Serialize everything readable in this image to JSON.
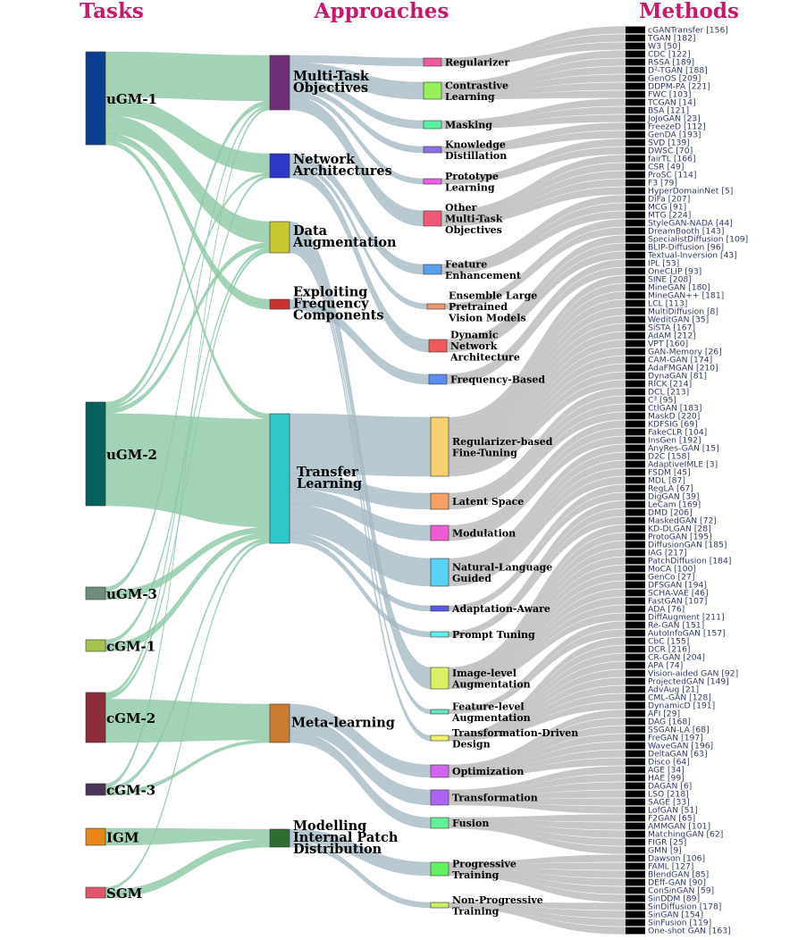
{
  "headers": {
    "tasks": "Tasks",
    "approaches": "Approaches",
    "methods": "Methods"
  },
  "colors": {
    "header": "#c8186e",
    "task_link": "#8fc9a6",
    "approach_link": "#a3b9c4",
    "method_link": "#bdbdbd",
    "method_node": "#000000"
  },
  "tasks": [
    {
      "id": "ugm1",
      "label": [
        "uGM-1"
      ],
      "color": "#0b3e8e"
    },
    {
      "id": "ugm2",
      "label": [
        "uGM-2"
      ],
      "color": "#05605e"
    },
    {
      "id": "ugm3",
      "label": [
        "uGM-3"
      ],
      "color": "#6b8f7a"
    },
    {
      "id": "cgm1",
      "label": [
        "cGM-1"
      ],
      "color": "#a8c44e"
    },
    {
      "id": "cgm2",
      "label": [
        "cGM-2"
      ],
      "color": "#8b2e3a"
    },
    {
      "id": "cgm3",
      "label": [
        "cGM-3"
      ],
      "color": "#4a3458"
    },
    {
      "id": "igm",
      "label": [
        "IGM"
      ],
      "color": "#e88718"
    },
    {
      "id": "sgm",
      "label": [
        "SGM"
      ],
      "color": "#e0566a"
    }
  ],
  "approaches": [
    {
      "id": "mto",
      "label": [
        "Multi-Task",
        "Objectives"
      ],
      "color": "#6e2f78"
    },
    {
      "id": "na",
      "label": [
        "Network",
        "Architectures"
      ],
      "color": "#2e37c8"
    },
    {
      "id": "da",
      "label": [
        "Data",
        "Augmentation"
      ],
      "color": "#c8c832"
    },
    {
      "id": "efc",
      "label": [
        "Exploiting",
        "Frequency",
        "Components"
      ],
      "color": "#c83232"
    },
    {
      "id": "tl",
      "label": [
        "Transfer",
        "Learning"
      ],
      "color": "#2ec8c8"
    },
    {
      "id": "ml",
      "label": [
        "Meta-learning"
      ],
      "color": "#c87d32"
    },
    {
      "id": "mipd",
      "label": [
        "Modelling",
        "Internal Patch",
        "Distribution"
      ],
      "color": "#2e6e32"
    }
  ],
  "subapproaches": [
    {
      "id": "reg",
      "parent": "mto",
      "label": [
        "Regularizer"
      ],
      "color": "#f05aa0"
    },
    {
      "id": "con",
      "parent": "mto",
      "label": [
        "Contrastive",
        "Learning"
      ],
      "color": "#96f05a"
    },
    {
      "id": "mask",
      "parent": "mto",
      "label": [
        "Masking"
      ],
      "color": "#5af0a0"
    },
    {
      "id": "kd",
      "parent": "mto",
      "label": [
        "Knowledge",
        "Distillation"
      ],
      "color": "#8c6ee6"
    },
    {
      "id": "pro",
      "parent": "mto",
      "label": [
        "Prototype",
        "Learning"
      ],
      "color": "#f05af0"
    },
    {
      "id": "omto",
      "parent": "mto",
      "label": [
        "Other",
        "Multi-Task",
        "Objectives"
      ],
      "color": "#f05a78"
    },
    {
      "id": "fe",
      "parent": "na",
      "label": [
        "Feature",
        "Enhancement"
      ],
      "color": "#5aa0f0"
    },
    {
      "id": "elpvm",
      "parent": "na",
      "label": [
        "Ensemble Large",
        "Pretrained",
        "Vision Models"
      ],
      "color": "#f0966e"
    },
    {
      "id": "dna",
      "parent": "na",
      "label": [
        "Dynamic",
        "Network",
        "Architecture"
      ],
      "color": "#f05a5a"
    },
    {
      "id": "fb",
      "parent": "efc",
      "label": [
        "Frequency-Based"
      ],
      "color": "#5a8cf0"
    },
    {
      "id": "rbft",
      "parent": "tl",
      "label": [
        "Regularizer-based",
        "Fine-Tuning"
      ],
      "color": "#f5d26e"
    },
    {
      "id": "ls",
      "parent": "tl",
      "label": [
        "Latent Space"
      ],
      "color": "#f5a064"
    },
    {
      "id": "mod",
      "parent": "tl",
      "label": [
        "Modulation"
      ],
      "color": "#f05ad2"
    },
    {
      "id": "nlg",
      "parent": "tl",
      "label": [
        "Natural-Language",
        "Guided"
      ],
      "color": "#5ad2f5"
    },
    {
      "id": "aa",
      "parent": "tl",
      "label": [
        "Adaptation-Aware"
      ],
      "color": "#5a5ae6"
    },
    {
      "id": "pt",
      "parent": "tl",
      "label": [
        "Prompt Tuning"
      ],
      "color": "#5af0f0"
    },
    {
      "id": "ila",
      "parent": "da",
      "label": [
        "Image-level",
        "Augmentation"
      ],
      "color": "#dcf064"
    },
    {
      "id": "fla",
      "parent": "da",
      "label": [
        "Feature-level",
        "Augmentation"
      ],
      "color": "#64e6be"
    },
    {
      "id": "tdd",
      "parent": "da",
      "label": [
        "Transformation-Driven",
        "Design"
      ],
      "color": "#f0f064"
    },
    {
      "id": "opt",
      "parent": "ml",
      "label": [
        "Optimization"
      ],
      "color": "#d264f0"
    },
    {
      "id": "tra",
      "parent": "ml",
      "label": [
        "Transformation"
      ],
      "color": "#aa64f0"
    },
    {
      "id": "fus",
      "parent": "ml",
      "label": [
        "Fusion"
      ],
      "color": "#64f096"
    },
    {
      "id": "prt",
      "parent": "mipd",
      "label": [
        "Progressive",
        "Training"
      ],
      "color": "#64f064"
    },
    {
      "id": "nprt",
      "parent": "mipd",
      "label": [
        "Non-Progressive",
        "Training"
      ],
      "color": "#c8f064"
    }
  ],
  "task_links": [
    {
      "from": "ugm1",
      "to": "mto",
      "w": 20
    },
    {
      "from": "ugm1",
      "to": "na",
      "w": 8
    },
    {
      "from": "ugm1",
      "to": "da",
      "w": 8
    },
    {
      "from": "ugm1",
      "to": "efc",
      "w": 3
    },
    {
      "from": "ugm1",
      "to": "tl",
      "w": 2
    },
    {
      "from": "ugm2",
      "to": "mto",
      "w": 2
    },
    {
      "from": "ugm2",
      "to": "na",
      "w": 1
    },
    {
      "from": "ugm2",
      "to": "da",
      "w": 2
    },
    {
      "from": "ugm2",
      "to": "tl",
      "w": 40
    },
    {
      "from": "ugm3",
      "to": "mto",
      "w": 1
    },
    {
      "from": "ugm3",
      "to": "tl",
      "w": 2
    },
    {
      "from": "cgm1",
      "to": "tl",
      "w": 2
    },
    {
      "from": "cgm1",
      "to": "da",
      "w": 1
    },
    {
      "from": "cgm2",
      "to": "na",
      "w": 1
    },
    {
      "from": "cgm2",
      "to": "da",
      "w": 1
    },
    {
      "from": "cgm2",
      "to": "ml",
      "w": 13
    },
    {
      "from": "cgm3",
      "to": "mto",
      "w": 1
    },
    {
      "from": "cgm3",
      "to": "ml",
      "w": 1
    },
    {
      "from": "cgm3",
      "to": "tl",
      "w": 1
    },
    {
      "from": "igm",
      "to": "mipd",
      "w": 4
    },
    {
      "from": "sgm",
      "to": "tl",
      "w": 1
    },
    {
      "from": "sgm",
      "to": "mipd",
      "w": 3
    }
  ],
  "method_groups": [
    {
      "sub": "reg",
      "methods": [
        "cGANTransfer [156]",
        "TGAN [182]",
        "W3 [50]"
      ]
    },
    {
      "sub": "con",
      "methods": [
        "CDC [122]",
        "RSSA [189]",
        "D²-TGAN [188]",
        "GenOS [209]",
        "DDPM-PA [221]",
        "FWC [103]"
      ]
    },
    {
      "sub": "mask",
      "methods": [
        "TCGAN [14]",
        "BSA [121]",
        "JoJoGAN [23]"
      ]
    },
    {
      "sub": "kd",
      "methods": [
        "FreezeD [112]",
        "GenDA [193]"
      ]
    },
    {
      "sub": "pro",
      "methods": [
        "SVD [139]",
        "DWSC [70]"
      ]
    },
    {
      "sub": "omto",
      "methods": [
        "fairTL [166]",
        "CSR [49]",
        "ProSC [114]",
        "F3 [79]",
        "HyperDomainNet [5]"
      ]
    },
    {
      "sub": "fe",
      "methods": [
        "DiFa [207]",
        "MCG [91]",
        "MTG [224]"
      ]
    },
    {
      "sub": "elpvm",
      "methods": [
        "StyleGAN-NADA [44]",
        "DreamBooth [143]"
      ]
    },
    {
      "sub": "dna",
      "methods": [
        "SpecialistDiffusion [109]",
        "BLIP-Diffusion [96]",
        "Textual-Inversion [43]"
      ]
    },
    {
      "sub": "fb",
      "methods": [
        "IPL [53]",
        "OneCLIP [93]"
      ]
    },
    {
      "sub": "rbft",
      "methods": [
        "SINE [208]",
        "MineGAN [180]",
        "MineGAN++ [181]",
        "LCL [113]",
        "MultiDiffusion [8]",
        "WeditGAN [35]",
        "SiSTA [167]",
        "AdAM [212]",
        "VPT [160]",
        "GAN-Memory [26]",
        "CAM-GAN [174]",
        "AdaFMGAN [210]",
        "DynaGAN [81]",
        "RICK [214]"
      ]
    },
    {
      "sub": "ls",
      "methods": [
        "DCL [213]",
        "C³ [95]",
        "CtlGAN [183]",
        "MaskD [220]"
      ]
    },
    {
      "sub": "mod",
      "methods": [
        "KDFSIG [69]",
        "FakeCLR [104]",
        "InsGen [192]"
      ]
    },
    {
      "sub": "nlg",
      "methods": [
        "AnyRes-GAN [15]",
        "D2C [158]",
        "AdaptiveIMLE [3]",
        "FSDM [45]",
        "MDL [87]"
      ]
    },
    {
      "sub": "aa",
      "methods": [
        "RegLA [67]",
        "DigGAN [39]"
      ]
    },
    {
      "sub": "pt",
      "methods": [
        "LeCam [169]",
        "DMD [206]",
        "MaskedGAN [72]"
      ]
    },
    {
      "sub": "ila",
      "methods": [
        "KD-DLGAN [28]",
        "ProtoGAN [195]",
        "DiffusionGAN [185]",
        "IAG [217]",
        "PatchDiffusion [184]",
        "MoCA [100]",
        "GenCo [27]",
        "DFSGAN [194]",
        "SCHA-VAE [46]",
        "FastGAN [107]",
        "ADA [76]",
        "DiffAugment [211]"
      ]
    },
    {
      "sub": "fla",
      "methods": [
        "Re-GAN [151]",
        "AutoInfoGAN [157]"
      ]
    },
    {
      "sub": "tdd",
      "methods": [
        "CbC [155]",
        "DCR [216]",
        "CR-GAN [204]",
        "APA [74]",
        "Vision-aided GAN [92]",
        "ProjectedGAN [149]",
        "AdvAug [21]",
        "CML-GAN [128]",
        "DynamicD [191]"
      ]
    },
    {
      "sub": "opt",
      "methods": [
        "AFI [29]",
        "DAG [168]",
        "SSGAN-LA [68]",
        "FreGAN [197]",
        "WaveGAN [196]",
        "DeltaGAN [63]",
        "Disco [64]"
      ]
    },
    {
      "sub": "tra",
      "methods": [
        "AGE [34]",
        "HAE [99]",
        "DAGAN [6]",
        "LSO [218]",
        "SAGE [33]",
        "LofGAN [51]"
      ]
    },
    {
      "sub": "fus",
      "methods": [
        "F2GAN [65]",
        "AMMGAN [101]",
        "MatchingGAN [62]",
        "FIGR [25]",
        "GMN [9]"
      ]
    },
    {
      "sub": "prt",
      "methods": [
        "Dawson [106]",
        "FAML [127]",
        "BlendGAN [85]",
        "DEff-GAN [90]",
        "ConSinGAN [59]",
        "SinDDM [89]"
      ]
    },
    {
      "sub": "nprt",
      "methods": [
        "SinDiffusion [178]",
        "SinGAN [154]",
        "SinFusion [119]",
        "One-shot GAN [163]"
      ]
    }
  ]
}
